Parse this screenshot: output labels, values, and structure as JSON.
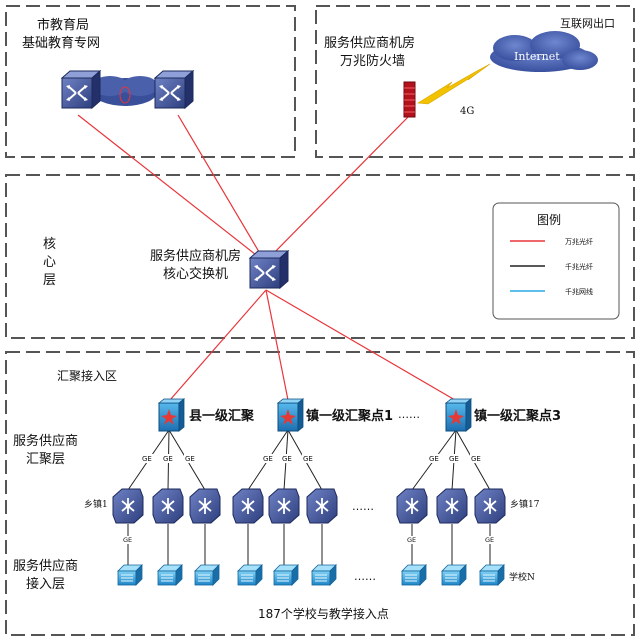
{
  "top_left_zone": {
    "title_line1": "市教育局",
    "title_line2": "基础教育专网"
  },
  "internet_zone": {
    "exit_label": "互联网出口",
    "cloud_label": "Internet",
    "firewall_line1": "服务供应商机房",
    "firewall_line2": "万兆防火墙",
    "link_label": "4G"
  },
  "core_zone": {
    "layer_label_1": "核",
    "layer_label_2": "心",
    "layer_label_3": "层",
    "switch_line1": "服务供应商机房",
    "switch_line2": "核心交换机"
  },
  "legend": {
    "title": "图例",
    "items": [
      {
        "label": "万兆光纤",
        "color": "#e8353a"
      },
      {
        "label": "千兆光纤",
        "color": "#222222"
      },
      {
        "label": "千兆网线",
        "color": "#29a8e6"
      }
    ]
  },
  "aggregation_zone": {
    "zone_label": "汇聚接入区",
    "agg_layer_line1": "服务供应商",
    "agg_layer_line2": "汇聚层",
    "access_layer_line1": "服务供应商",
    "access_layer_line2": "接入层",
    "agg_nodes": [
      "县一级汇聚",
      "镇一级汇聚点1",
      "镇一级汇聚点3"
    ],
    "agg_ellipsis": "……",
    "link_ge": "GE",
    "town_first_label": "乡镇1",
    "town_last_label": "乡镇17",
    "school_last_label": "学校N",
    "row_ellipsis": "……",
    "footer": "187个学校与教学接入点"
  },
  "colors": {
    "fiber_10g": "#e8353a",
    "fiber_1g": "#222222",
    "cable_1g": "#29a8e6",
    "router_blue": "#3a4f8f",
    "agg_blue": "#2a8fd0",
    "access_blue": "#2aa0da",
    "cloud": "#3b56a3",
    "firewall": "#b3121c",
    "lightning": "#f2c200"
  }
}
